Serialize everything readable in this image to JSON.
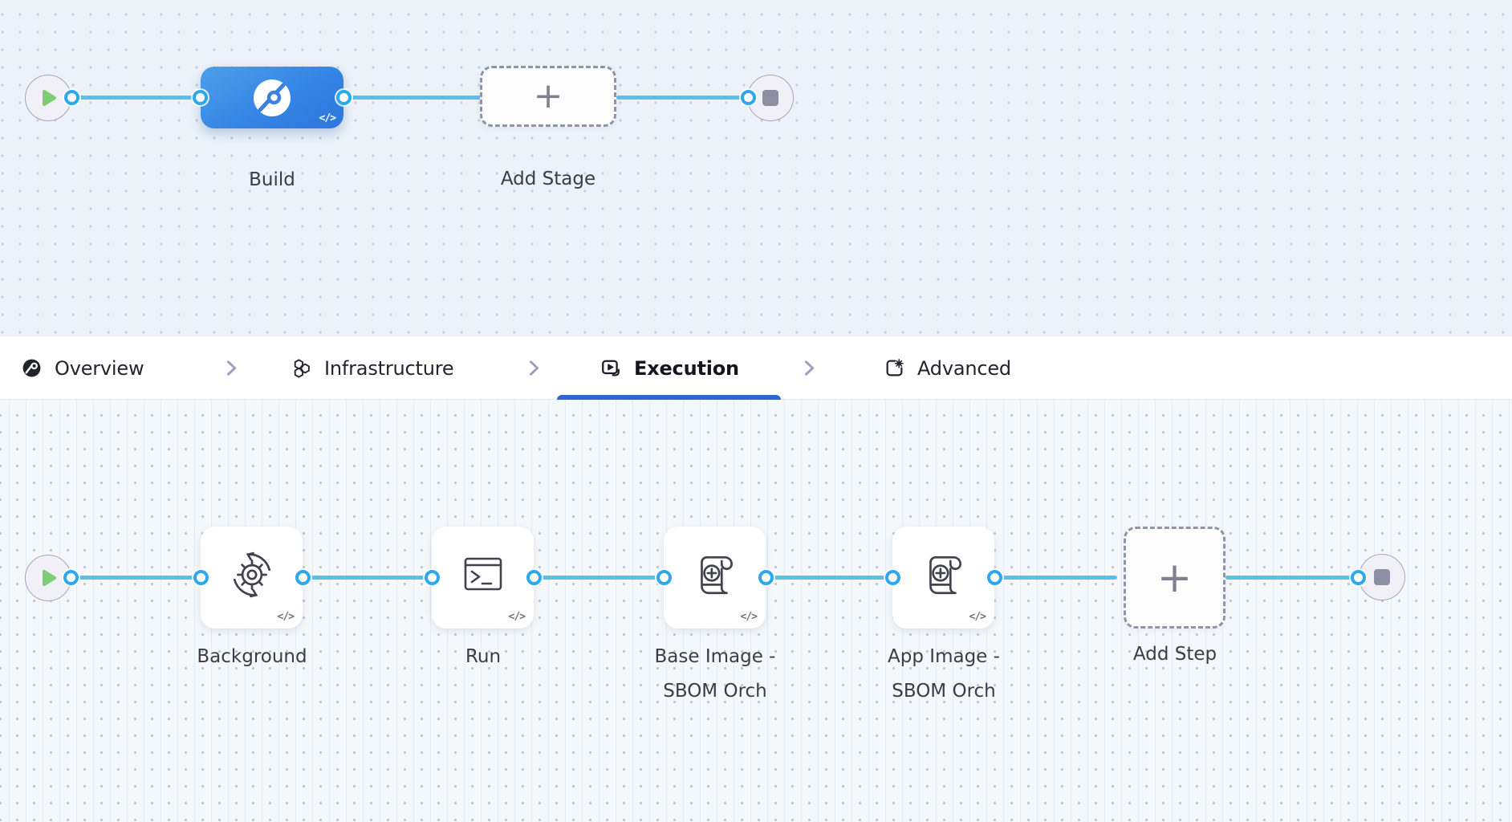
{
  "glyphs": {
    "code": "</>",
    "plus": "+"
  },
  "top_canvas": {
    "stage": {
      "label": "Build"
    },
    "add_stage": {
      "label": "Add Stage"
    }
  },
  "tab_bar": {
    "active_tab": "Execution",
    "items": [
      {
        "label": "Overview"
      },
      {
        "label": "Infrastructure"
      },
      {
        "label": "Execution"
      },
      {
        "label": "Advanced"
      }
    ]
  },
  "execution_canvas": {
    "steps": [
      {
        "label": "Background"
      },
      {
        "label": "Run"
      },
      {
        "line1": "Base Image -",
        "line2": "SBOM Orch"
      },
      {
        "line1": "App Image -",
        "line2": "SBOM Orch"
      }
    ],
    "add_step": {
      "label": "Add Step"
    }
  },
  "colors": {
    "accent_blue": "#3166d2",
    "connector_blue": "#58c0f0",
    "stage_blue": "#3585e5",
    "port_blue": "#2ea7ee",
    "play_green": "#7ccd74"
  }
}
